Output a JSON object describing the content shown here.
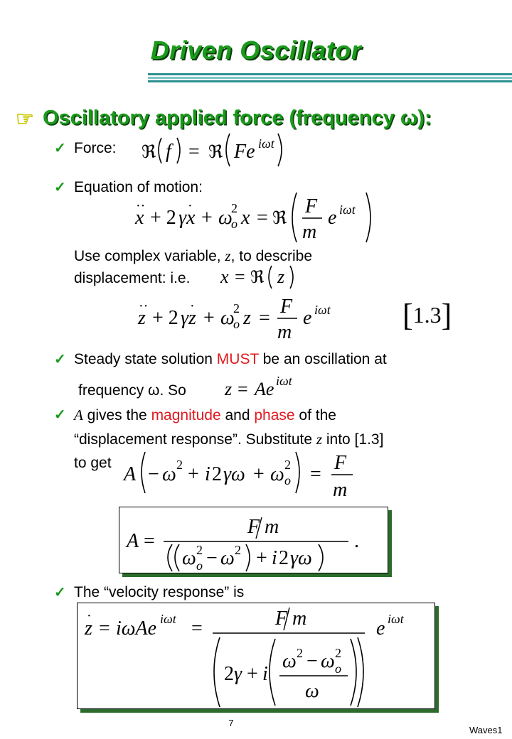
{
  "slide": {
    "title": "Driven Oscillator",
    "heading": "Oscillatory applied force (frequency ω):",
    "bullet1": {
      "label": "Force:"
    },
    "bullet2": {
      "label": "Equation of motion:",
      "complex_line1_a": "Use complex variable, ",
      "complex_var": "z",
      "complex_line1_b": ", to describe",
      "complex_line2": "displacement: i.e.",
      "eq_number": "1.3"
    },
    "bullet3": {
      "line1_a": "Steady state solution ",
      "line1_must": "MUST",
      "line1_b": " be an oscillation at",
      "line2": "frequency ω. So"
    },
    "bullet4": {
      "var_a": "A",
      "text_a": " gives the ",
      "magnitude": "magnitude",
      "text_b": " and ",
      "phase": "phase",
      "text_c": " of the",
      "line2_a": "“displacement response”. Substitute ",
      "var_z": "z",
      "line2_b": " into [1.3]",
      "line3": "to get"
    },
    "bullet5": {
      "label": "The “velocity response” is"
    },
    "page_number": "7",
    "footer": "Waves1"
  },
  "colors": {
    "title_green": "#1a9a1a",
    "shadow": "#0b3d0b",
    "accent_red": "#e0191e",
    "rule_teal": "#2a8f8f"
  },
  "icons": {
    "main_bullet": "pointing-hand-icon",
    "sub_bullet": "check-bullet-icon"
  }
}
